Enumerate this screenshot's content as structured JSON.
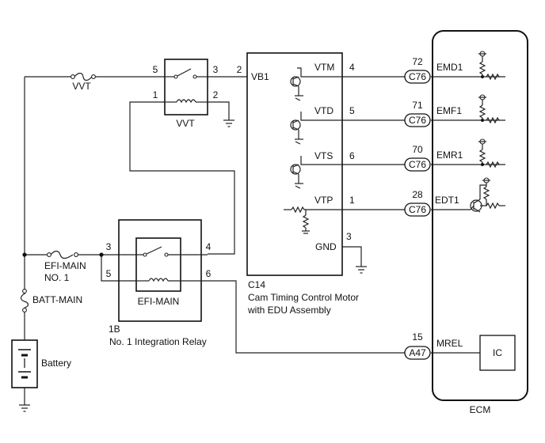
{
  "vvt_fuse": {
    "label": "VVT"
  },
  "vvt_relay": {
    "label": "VVT",
    "pin_5": "5",
    "pin_3": "3",
    "pin_1": "1",
    "pin_2": "2"
  },
  "motor": {
    "connector": "C14",
    "name_line1": "Cam Timing Control Motor",
    "name_line2": "with EDU Assembly",
    "vb1_pin": "2",
    "vb1_label": "VB1",
    "gnd_label": "GND",
    "gnd_pin": "3",
    "signals": [
      {
        "label": "VTM",
        "pin": "4"
      },
      {
        "label": "VTD",
        "pin": "5"
      },
      {
        "label": "VTS",
        "pin": "6"
      },
      {
        "label": "VTP",
        "pin": "1"
      }
    ]
  },
  "ecm": {
    "label": "ECM",
    "ic_label": "IC",
    "signals": [
      {
        "pin": "72",
        "connector": "C76",
        "label": "EMD1"
      },
      {
        "pin": "71",
        "connector": "C76",
        "label": "EMF1"
      },
      {
        "pin": "70",
        "connector": "C76",
        "label": "EMR1"
      },
      {
        "pin": "28",
        "connector": "C76",
        "label": "EDT1"
      }
    ],
    "mrel": {
      "pin": "15",
      "connector": "A47",
      "label": "MREL"
    }
  },
  "efi_fuse": {
    "line1": "EFI-MAIN",
    "line2": "NO. 1"
  },
  "batt_fuse": {
    "label": "BATT-MAIN"
  },
  "battery": {
    "label": "Battery"
  },
  "integration_relay": {
    "connector": "1B",
    "name": "No. 1 Integration Relay",
    "inner_label": "EFI-MAIN",
    "pin_3": "3",
    "pin_4": "4",
    "pin_5": "5",
    "pin_6": "6"
  }
}
